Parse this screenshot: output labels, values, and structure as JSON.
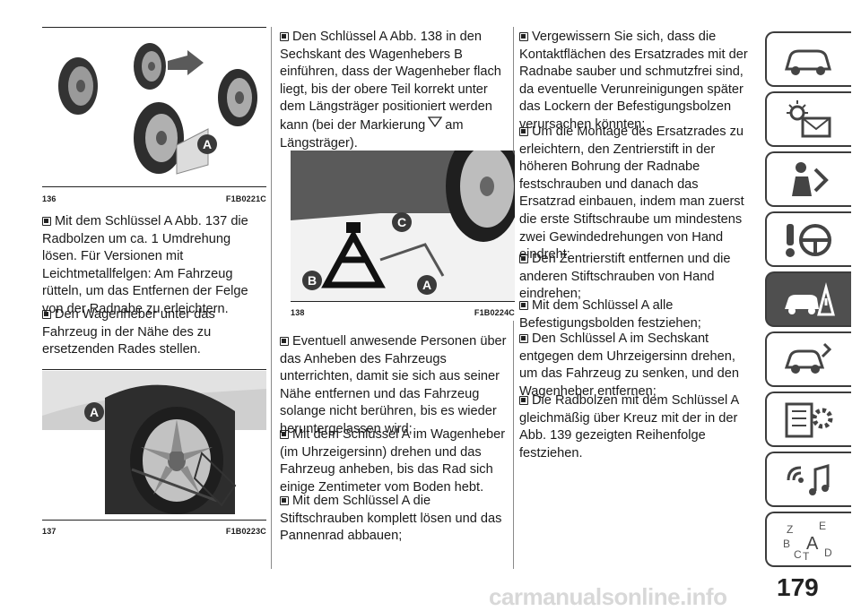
{
  "figures": {
    "fig136": {
      "number": "136",
      "code": "F1B0221C",
      "callout_a": "A"
    },
    "fig137": {
      "number": "137",
      "code": "F1B0223C",
      "callout_a": "A"
    },
    "fig138": {
      "number": "138",
      "code": "F1B0224C",
      "callout_a": "A",
      "callout_b": "B",
      "callout_c": "C"
    }
  },
  "column1": {
    "p1": "Mit dem Schlüssel A Abb. 137 die Radbolzen um ca. 1 Umdrehung lösen. Für Versionen mit Leichtmetallfelgen: Am Fahrzeug rütteln, um das Entfernen der Felge von der Radnabe zu erleichtern.",
    "p2": "Den Wagenheber unter das Fahrzeug in der Nähe des zu ersetzenden Rades stellen."
  },
  "column2": {
    "p1_a": "Den Schlüssel A Abb. 138 in den Sechskant des Wagenhebers B einführen, dass der Wagenheber flach liegt, bis der obere Teil korrekt unter dem Längsträger positioniert werden kann (bei der Markierung",
    "p1_b": "am Längsträger).",
    "p2": "Eventuell anwesende Personen über das Anheben des Fahrzeugs unterrichten, damit sie sich aus seiner Nähe entfernen und das Fahrzeug solange nicht berühren, bis es wieder heruntergelassen wird;",
    "p3": "Mit dem Schlüssel A im Wagenheber (im Uhrzeigersinn) drehen und das Fahrzeug anheben, bis das Rad sich einige Zentimeter vom Boden hebt.",
    "p4": "Mit dem Schlüssel A die Stiftschrauben komplett lösen und das Pannenrad abbauen;"
  },
  "column3": {
    "p1": "Vergewissern Sie sich, dass die Kontaktflächen des Ersatzrades mit der Radnabe sauber und schmutzfrei sind, da eventuelle Verunreinigungen später das Lockern der Befestigungsbolzen verursachen könnten;",
    "p2": "Um die Montage des Ersatzrades zu erleichtern, den Zentrierstift in der höheren Bohrung der Radnabe festschrauben und danach das Ersatzrad einbauen, indem man zuerst die erste Stiftschraube um mindestens zwei Gewindedrehungen von Hand eindreht:",
    "p3": "Den Zentrierstift entfernen und die anderen Stiftschrauben von Hand eindrehen;",
    "p4": "Mit dem Schlüssel A alle Befestigungsbolden festziehen;",
    "p5": "Den Schlüssel A im Sechskant entgegen dem Uhrzeigersinn drehen, um das Fahrzeug zu senken, und den Wagenheber entfernen;",
    "p6": "Die Radbolzen mit dem Schlüssel A gleichmäßig über Kreuz mit der in der Abb. 139 gezeigten Reihenfolge festziehen."
  },
  "index_tabs": {
    "letters": [
      "Z",
      "E",
      "B",
      "A",
      "C",
      "T",
      "D"
    ],
    "active_index": 4
  },
  "page_number": "179",
  "watermark": "carmanualsonline.info"
}
